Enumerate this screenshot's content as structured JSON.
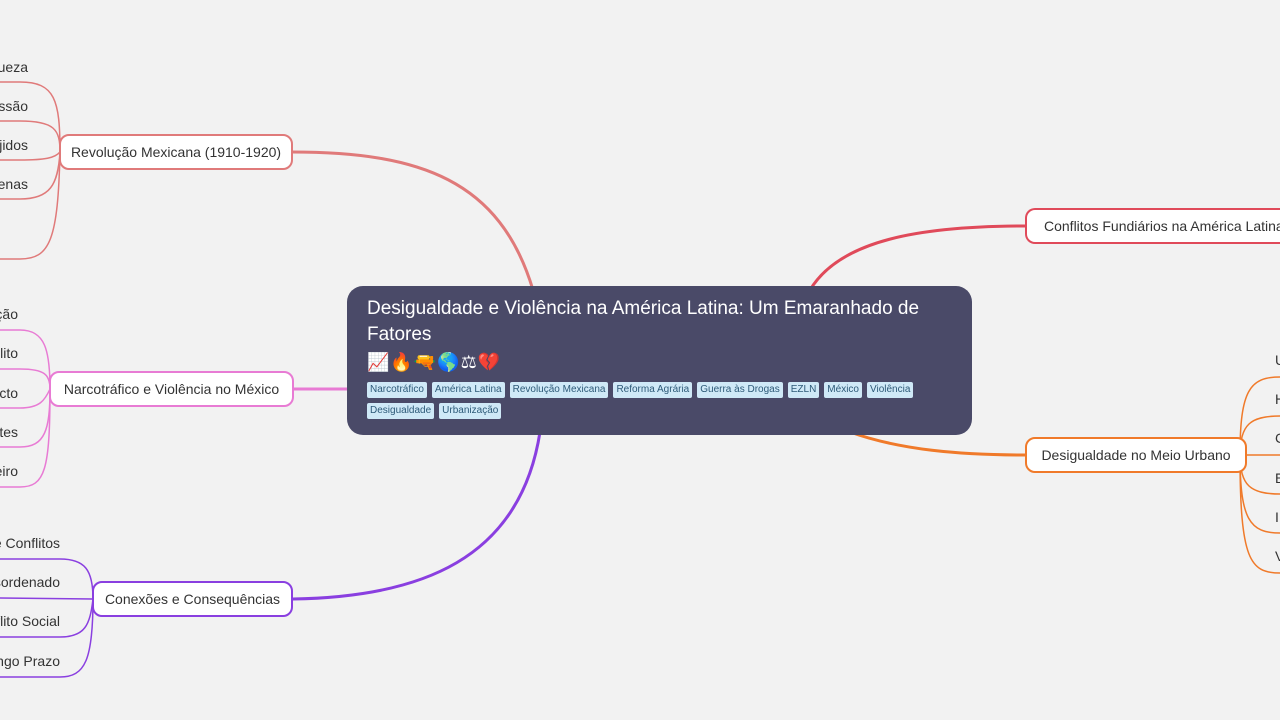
{
  "central": {
    "title": "Desigualdade e Violência na América Latina: Um Emaranhado de Fatores",
    "emoji": "📈🔥🔫🌎⚖💔",
    "tags": [
      "Narcotráfico",
      "América Latina",
      "Revolução Mexicana",
      "Reforma Agrária",
      "Guerra às Drogas",
      "EZLN",
      "México",
      "Violência",
      "Desigualdade",
      "Urbanização"
    ]
  },
  "branches": {
    "revolucao": {
      "label": "Revolução Mexicana (1910-1920)",
      "color": "#e07a7a",
      "children": [
        "ueza",
        "ssão",
        "jidos",
        "enas",
        ""
      ]
    },
    "narco": {
      "label": "Narcotráfico e Violência no México",
      "color": "#e87bd4",
      "children": [
        "ção",
        "lito",
        "cto",
        "tes",
        "eiro"
      ]
    },
    "conexoes": {
      "label": "Conexões e Consequências",
      "color": "#8a3fe0",
      "children": [
        "e Conflitos",
        "sordenado",
        "flito Social",
        "ngo Prazo"
      ]
    },
    "conflitos": {
      "label": "Conflitos Fundiários na América Latina",
      "color": "#e04a5a",
      "children": []
    },
    "urbano": {
      "label": "Desigualdade no Meio Urbano",
      "color": "#f07a2a",
      "children": [
        "U",
        "H",
        "C",
        "E",
        "I",
        "V"
      ]
    }
  }
}
